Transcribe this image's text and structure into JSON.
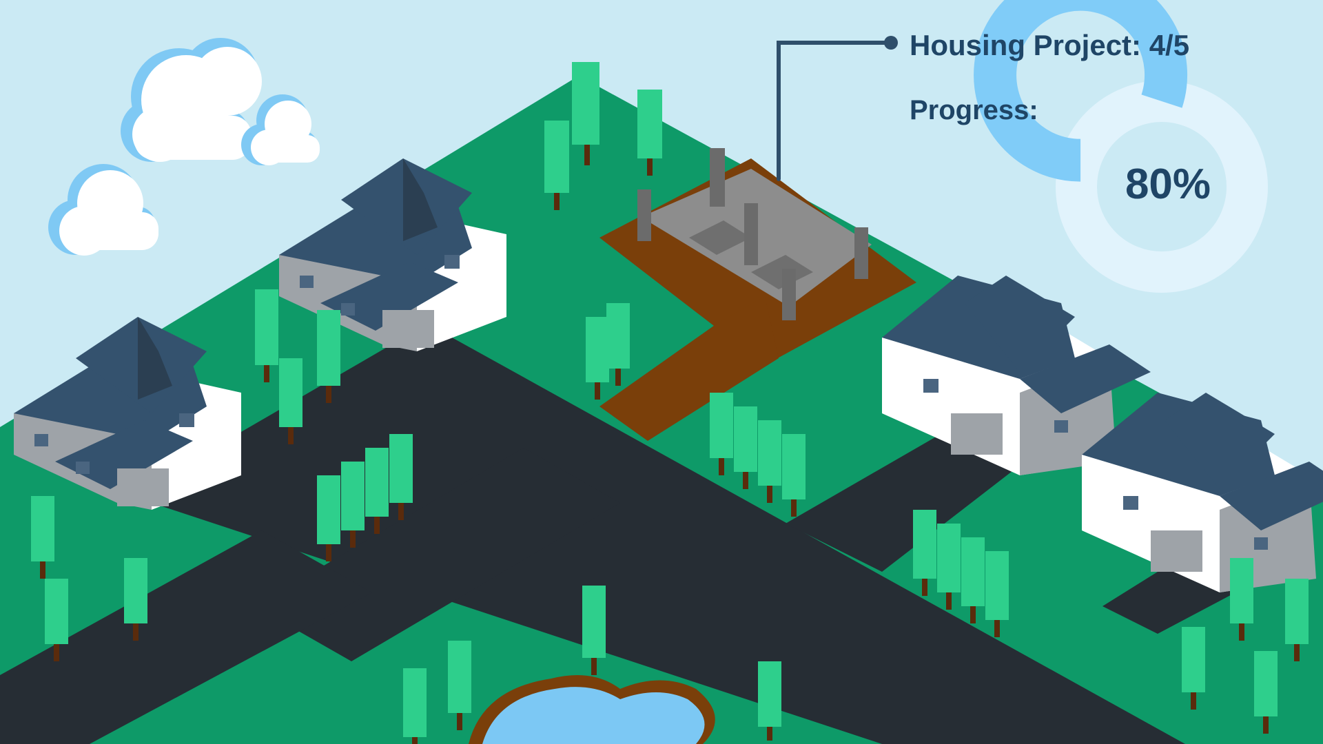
{
  "project": {
    "title": "Housing Project: 4/5",
    "progress_label": "Progress:",
    "progress_text": "80%",
    "progress_fraction": 0.8
  },
  "colors": {
    "sky": "#cbeaf4",
    "grass": "#0e9a68",
    "road": "#262d34",
    "dirt": "#7a3f0a",
    "foundation": "#8d8d8d",
    "roof": "#34526e",
    "wall_white": "#ffffff",
    "wall_gray": "#9ea3a8",
    "tree_light": "#2ecf8c",
    "tree_dark": "#16794c",
    "trunk": "#5a2b0c",
    "cloud_face": "#ffffff",
    "cloud_side": "#7fc9f4",
    "pond": "#7cc8f4",
    "gauge": "#80ccf8",
    "text": "#1f4566"
  },
  "icons": [
    "cloud-icon",
    "house-icon",
    "tree-icon",
    "pond-icon",
    "construction-site-icon",
    "progress-gauge-icon"
  ]
}
